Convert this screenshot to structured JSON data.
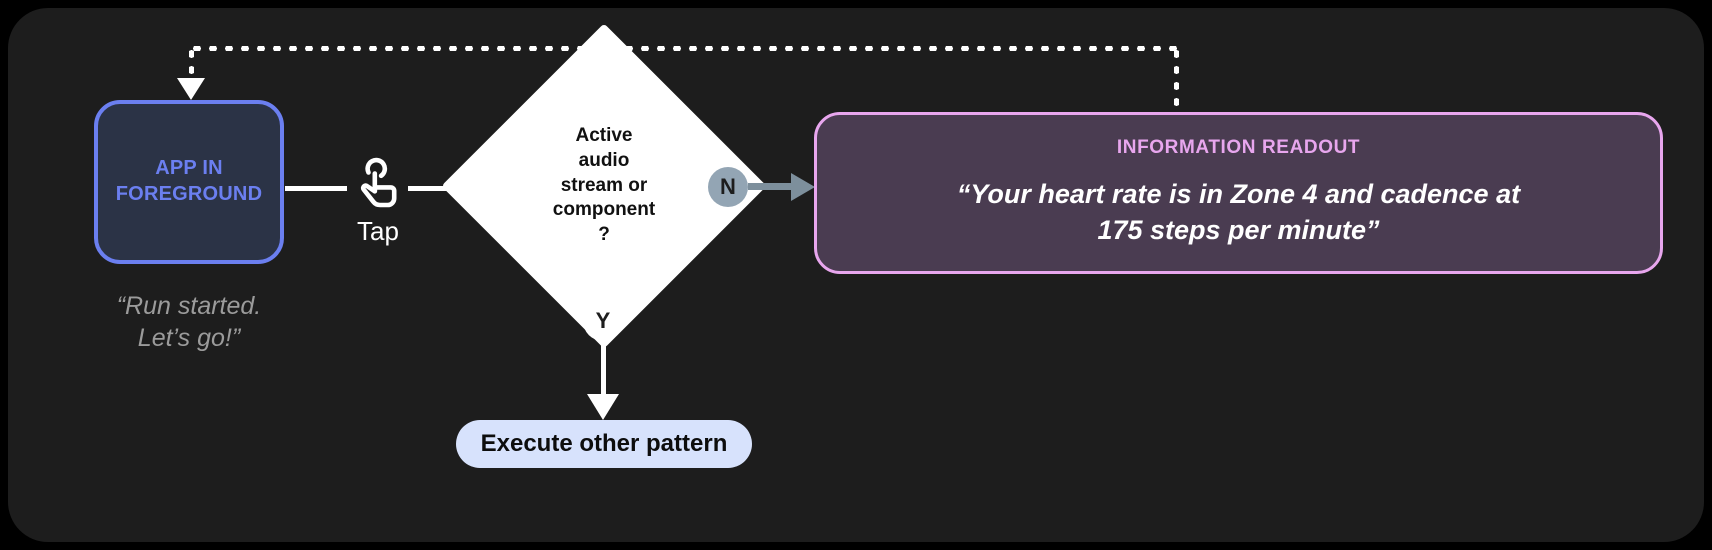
{
  "canvas": {
    "background": "#1d1d1d",
    "page_background": "#000000"
  },
  "app_node": {
    "label_line1": "APP IN",
    "label_line2": "FOREGROUND",
    "border_color": "#6b7ff0",
    "fill_color": "#2b3346",
    "caption_line1": "“Run started.",
    "caption_line2": "Let’s go!”"
  },
  "gesture": {
    "icon": "tap-gesture-icon",
    "label": "Tap"
  },
  "decision": {
    "line1": "Active",
    "line2": "audio",
    "line3": "stream or",
    "line4": "component",
    "line5": "?",
    "fill_color": "#ffffff"
  },
  "branches": {
    "no": {
      "badge": "N",
      "badge_color": "#93a5b4",
      "arrow_color": "#7d8f9c"
    },
    "yes": {
      "badge": "Y",
      "badge_color": "#ffffff",
      "arrow_color": "#ffffff"
    }
  },
  "pill": {
    "label": "Execute other pattern",
    "fill_color": "#d7e2fc"
  },
  "readout": {
    "title": "INFORMATION READOUT",
    "body_line1": "“Your heart rate is in Zone 4 and cadence at",
    "body_line2": "175 steps per minute”",
    "border_color": "#e8a6ee",
    "fill_color": "#4a3c51"
  }
}
